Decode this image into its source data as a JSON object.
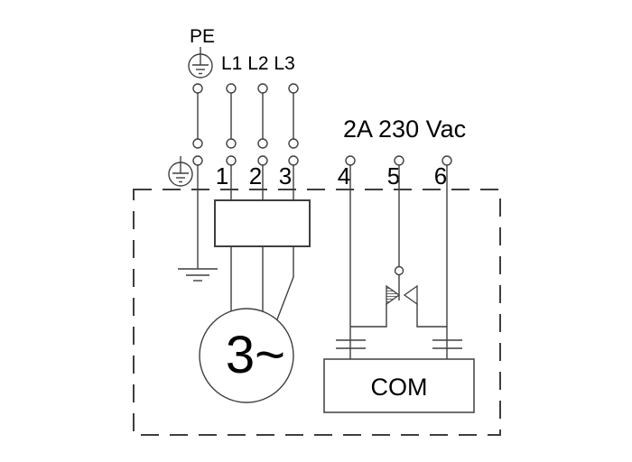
{
  "colors": {
    "line": "#3f3f3f",
    "text": "#000000",
    "background": "#ffffff"
  },
  "labels": {
    "pe": "PE",
    "phases": "L1 L2 L3",
    "relay_rating": "2A 230 Vac",
    "motor": "3~",
    "com": "COM"
  },
  "terminals": {
    "power": [
      "1",
      "2",
      "3"
    ],
    "relay": [
      "4",
      "5",
      "6"
    ]
  },
  "icons": {
    "protective_earth": "circle-earth-symbol",
    "earth_ground": "three-bar-ground-symbol",
    "terminal_point": "small-open-circle",
    "motor": "three-phase-motor-circle",
    "relay_contact": "changeover-contact-triangles",
    "plug_connection": "double-parallel-bars"
  }
}
